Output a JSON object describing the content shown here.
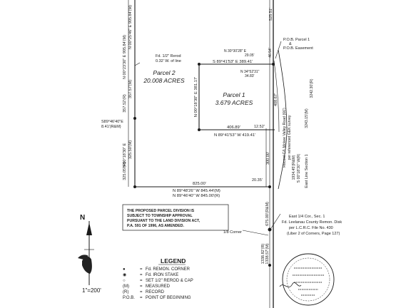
{
  "parcel_2": {
    "name": "Parcel 2",
    "area": "20.008 ACRES"
  },
  "parcel_1": {
    "name": "Parcel 1",
    "area": "3.679 ACRES"
  },
  "labels": {
    "top_left_vertical": "N 00°25'46\" E 905.84'(M)",
    "top_right_vertical": "525.51'",
    "left_vertical_1": "N 00°23'30\" E 905.84'(M)",
    "left_vertical_2": "357.52'(R)",
    "left_vertical_3": "357.57'(M)",
    "left_vertical_4": "N 00°18'30\" E",
    "left_vertical_5": "325.05'(R)",
    "left_vertical_6": "325.50'(M)",
    "iron_rod": "Fd. 1/2\" Rerod",
    "iron_rod_offset": "0.32' W. of line",
    "pob_parcel": "P.O.B. Parcel 1",
    "pob_ampersand": "&",
    "pob_easement": "P.O.B. Easement",
    "p1_top_bearing": "S 89°41'53\" E   389.41'",
    "p1_top_small_1": "N 30°30'28\" E",
    "p1_top_small_2": "29.05'",
    "p1_top_small_3": "34.83'",
    "p1_top_small_4": "N 34°52'31\"",
    "p1_corner_dist": "46.54'",
    "p1_left_bearing": "N 00°18'30\" E   381.17'",
    "p1_bottom_inner": "406.89'",
    "p1_bottom_bearing": "N 89°41'53\" W   419.41'",
    "p1_small_dist": "12.52'",
    "p1_right_dist": "408.67'",
    "centerline_1": "Record C/L Mckee Valley Road (66')",
    "centerline_2": "per referenced GEK survey",
    "right_vertical_1": "300.00'",
    "right_vertical_2": "S 00°18'30\" W(R)",
    "right_vertical_3": "1934.45'(R&M)",
    "right_vertical_4": "3243.15'(M)",
    "right_vertical_5": "3242.30'(R)",
    "east_line": "East Line Section 1",
    "bottom_dist_825": "825.00'",
    "bottom_dist_2035": "20.35'",
    "bottom_bearing_m": "N 89°48'26\" W   845.44'(M)",
    "bottom_bearing_r": "N 89°46'40\" W   845.00'(R)",
    "left_angle_1": "S89°46'40\"E",
    "left_angle_2": "8.41'(R&M)",
    "quarter_corner_1": "East 1/4 Cor., Sec. 1",
    "quarter_corner_2": "Fd. Leelanau County Remon. Disk",
    "quarter_corner_3": "per L.C.R.C. File No. 430",
    "quarter_corner_4": "(Liber 2 of Corners, Page 127)",
    "eighth_corner": "1/8 Corner",
    "lower_vertical_1": "675.00'(R&M)",
    "lower_vertical_2": "1338.82'(R)",
    "lower_vertical_3": "1338.57'(M)",
    "approval_1": "THE PROPOSED PARCEL DIVISION IS",
    "approval_2": "SUBJECT TO TOWNSHIP APPROVAL",
    "approval_3": "PURSUANT TO THE LAND DIVISION ACT,",
    "approval_4": "P.A. 591 OF 1996, AS AMENDED.",
    "north_letter": "N",
    "scale": "1\"=200'"
  },
  "legend": {
    "title": "LEGEND",
    "items": [
      {
        "symbol": "●",
        "text": "Fd. REMON. CORNER"
      },
      {
        "symbol": "◉",
        "text": "Fd. IRON STAKE"
      },
      {
        "symbol": "○",
        "text": "SET 1/2\" REROD & CAP"
      },
      {
        "symbol": "(M)",
        "text": "MEASURED"
      },
      {
        "symbol": "(R)",
        "text": "RECORD"
      },
      {
        "symbol": "P.O.B.",
        "text": "POINT OF BEGINNING"
      }
    ]
  }
}
